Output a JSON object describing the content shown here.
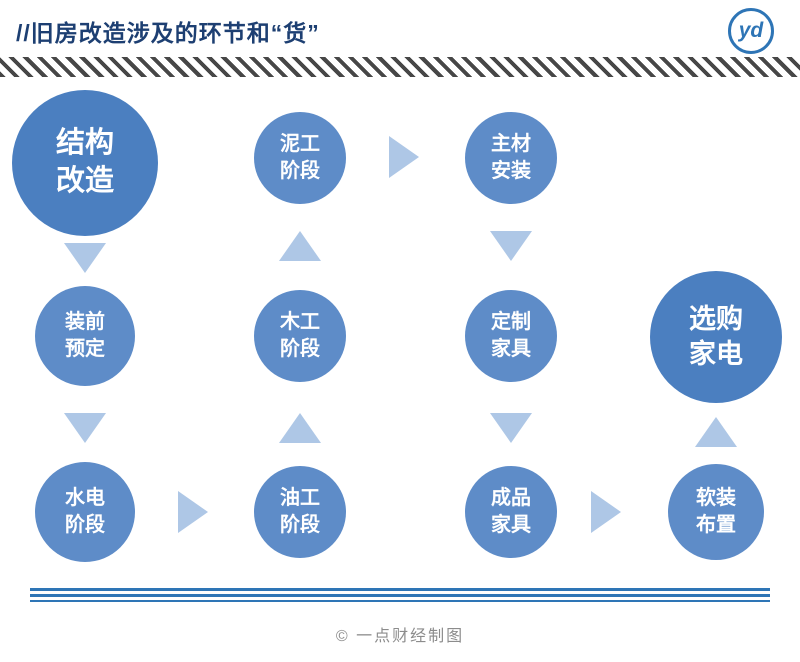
{
  "header": {
    "title": "//旧房改造涉及的环节和“货”",
    "logo": "yd"
  },
  "footer": {
    "credit": "©  一点财经制图"
  },
  "colors": {
    "title_text": "#1d3f72",
    "large_circle": "#4b7fc0",
    "small_circle": "#5e8cc8",
    "arrow": "#aec7e6",
    "top_band_stripe": "#474747",
    "bottom_band_stripe": "#2e75b6",
    "footer_text": "#8c8c8c"
  },
  "flow_order": [
    "结构改造",
    "装前预定",
    "水电阶段",
    "油工阶段",
    "木工阶段",
    "泥工阶段",
    "主材安装",
    "定制家具",
    "成品家具",
    "软装布置",
    "选购家电"
  ],
  "nodes": [
    {
      "id": "structure-renovation",
      "line1": "结构",
      "line2": "改造",
      "size": "large"
    },
    {
      "id": "masonry-stage",
      "line1": "泥工",
      "line2": "阶段",
      "size": "small"
    },
    {
      "id": "main-material-install",
      "line1": "主材",
      "line2": "安装",
      "size": "small"
    },
    {
      "id": "pre-install-booking",
      "line1": "装前",
      "line2": "预定",
      "size": "small"
    },
    {
      "id": "carpentry-stage",
      "line1": "木工",
      "line2": "阶段",
      "size": "small"
    },
    {
      "id": "custom-furniture",
      "line1": "定制",
      "line2": "家具",
      "size": "small"
    },
    {
      "id": "appliance-shopping",
      "line1": "选购",
      "line2": "家电",
      "size": "large"
    },
    {
      "id": "plumbing-electric-stage",
      "line1": "水电",
      "line2": "阶段",
      "size": "small"
    },
    {
      "id": "painting-stage",
      "line1": "油工",
      "line2": "阶段",
      "size": "small"
    },
    {
      "id": "finished-furniture",
      "line1": "成品",
      "line2": "家具",
      "size": "small"
    },
    {
      "id": "soft-furnishing",
      "line1": "软装",
      "line2": "布置",
      "size": "small"
    }
  ]
}
